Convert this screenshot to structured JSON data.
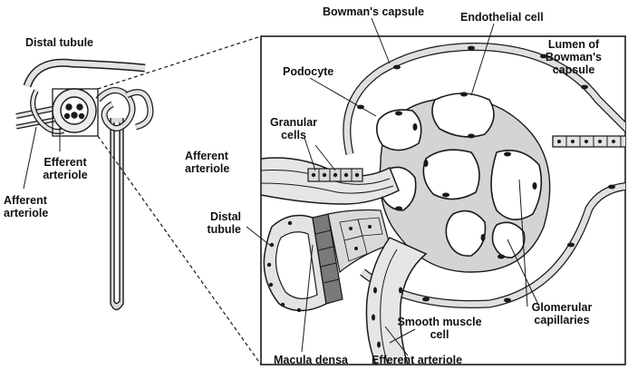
{
  "overview": {
    "distal_tubule": "Distal tubule",
    "efferent_arteriole": "Efferent\narteriole",
    "afferent_arteriole": "Afferent\narteriole"
  },
  "detail": {
    "bowmans_capsule": "Bowman's capsule",
    "endothelial_cell": "Endothelial cell",
    "lumen": "Lumen of\nBowman's\ncapsule",
    "podocyte": "Podocyte",
    "granular_cells": "Granular\ncells",
    "afferent_arteriole": "Afferent\narteriole",
    "distal_tubule": "Distal\ntubule",
    "glomerular_capillaries": "Glomerular\ncapillaries",
    "smooth_muscle_cell": "Smooth muscle\ncell",
    "macula_densa": "Macula densa",
    "efferent_arteriole": "Efferent arteriole"
  },
  "colors": {
    "outline": "#1a1a1a",
    "cell_fill": "#d9d9d9",
    "nucleus": "#1a1a1a",
    "macula_fill": "#7a7a7a"
  }
}
